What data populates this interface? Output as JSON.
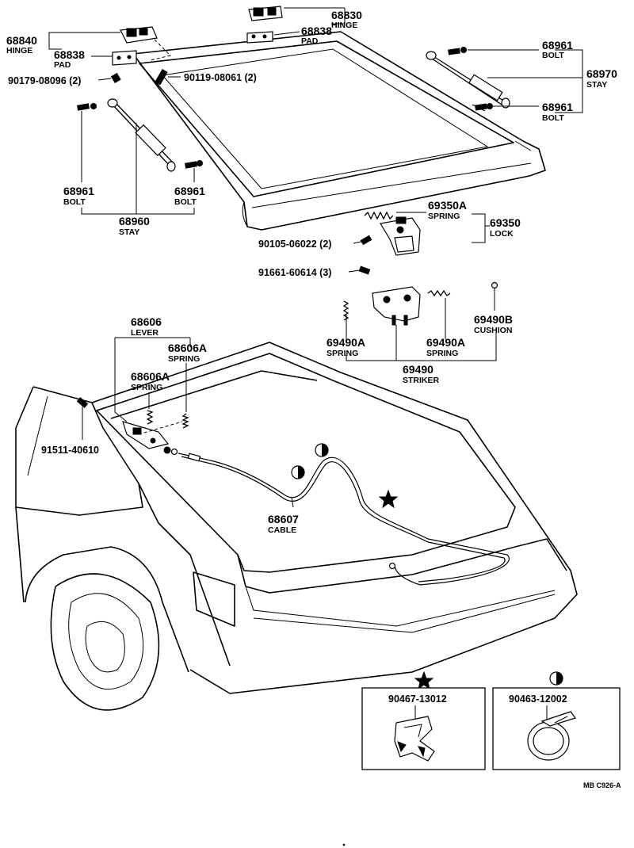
{
  "parts": {
    "hinge_l": {
      "number": "68840",
      "name": "HINGE"
    },
    "hinge_r": {
      "number": "68830",
      "name": "HINGE"
    },
    "pad_l": {
      "number": "68838",
      "name": "PAD"
    },
    "pad_r": {
      "number": "68838",
      "name": "PAD"
    },
    "screw_a": {
      "number": "90179-08096 (2)"
    },
    "screw_b": {
      "number": "90119-08061 (2)"
    },
    "bolt_r_upper": {
      "number": "68961",
      "name": "BOLT"
    },
    "bolt_r_lower": {
      "number": "68961",
      "name": "BOLT"
    },
    "stay_r": {
      "number": "68970",
      "name": "STAY"
    },
    "bolt_l_a": {
      "number": "68961",
      "name": "BOLT"
    },
    "bolt_l_b": {
      "number": "68961",
      "name": "BOLT"
    },
    "stay_l": {
      "number": "68960",
      "name": "STAY"
    },
    "lock_spring": {
      "number": "69350A",
      "name": "SPRING"
    },
    "lock": {
      "number": "69350",
      "name": "LOCK"
    },
    "screw_c": {
      "number": "90105-06022 (2)"
    },
    "screw_d": {
      "number": "91661-60614 (3)"
    },
    "lever": {
      "number": "68606",
      "name": "LEVER"
    },
    "lever_spring_a": {
      "number": "68606A",
      "name": "SPRING"
    },
    "lever_spring_b": {
      "number": "68606A",
      "name": "SPRING"
    },
    "cushion": {
      "number": "69490B",
      "name": "CUSHION"
    },
    "striker_spring_l": {
      "number": "69490A",
      "name": "SPRING"
    },
    "striker_spring_r": {
      "number": "69490A",
      "name": "SPRING"
    },
    "striker": {
      "number": "69490",
      "name": "STRIKER"
    },
    "bolt_lever": {
      "number": "91511-40610"
    },
    "cable": {
      "number": "68607",
      "name": "CABLE"
    }
  },
  "insets": {
    "star_clamp": {
      "number": "90467-13012",
      "symbol": "★"
    },
    "half_clamp": {
      "number": "90463-12002"
    }
  },
  "diagram_code": "MB  C926-A"
}
